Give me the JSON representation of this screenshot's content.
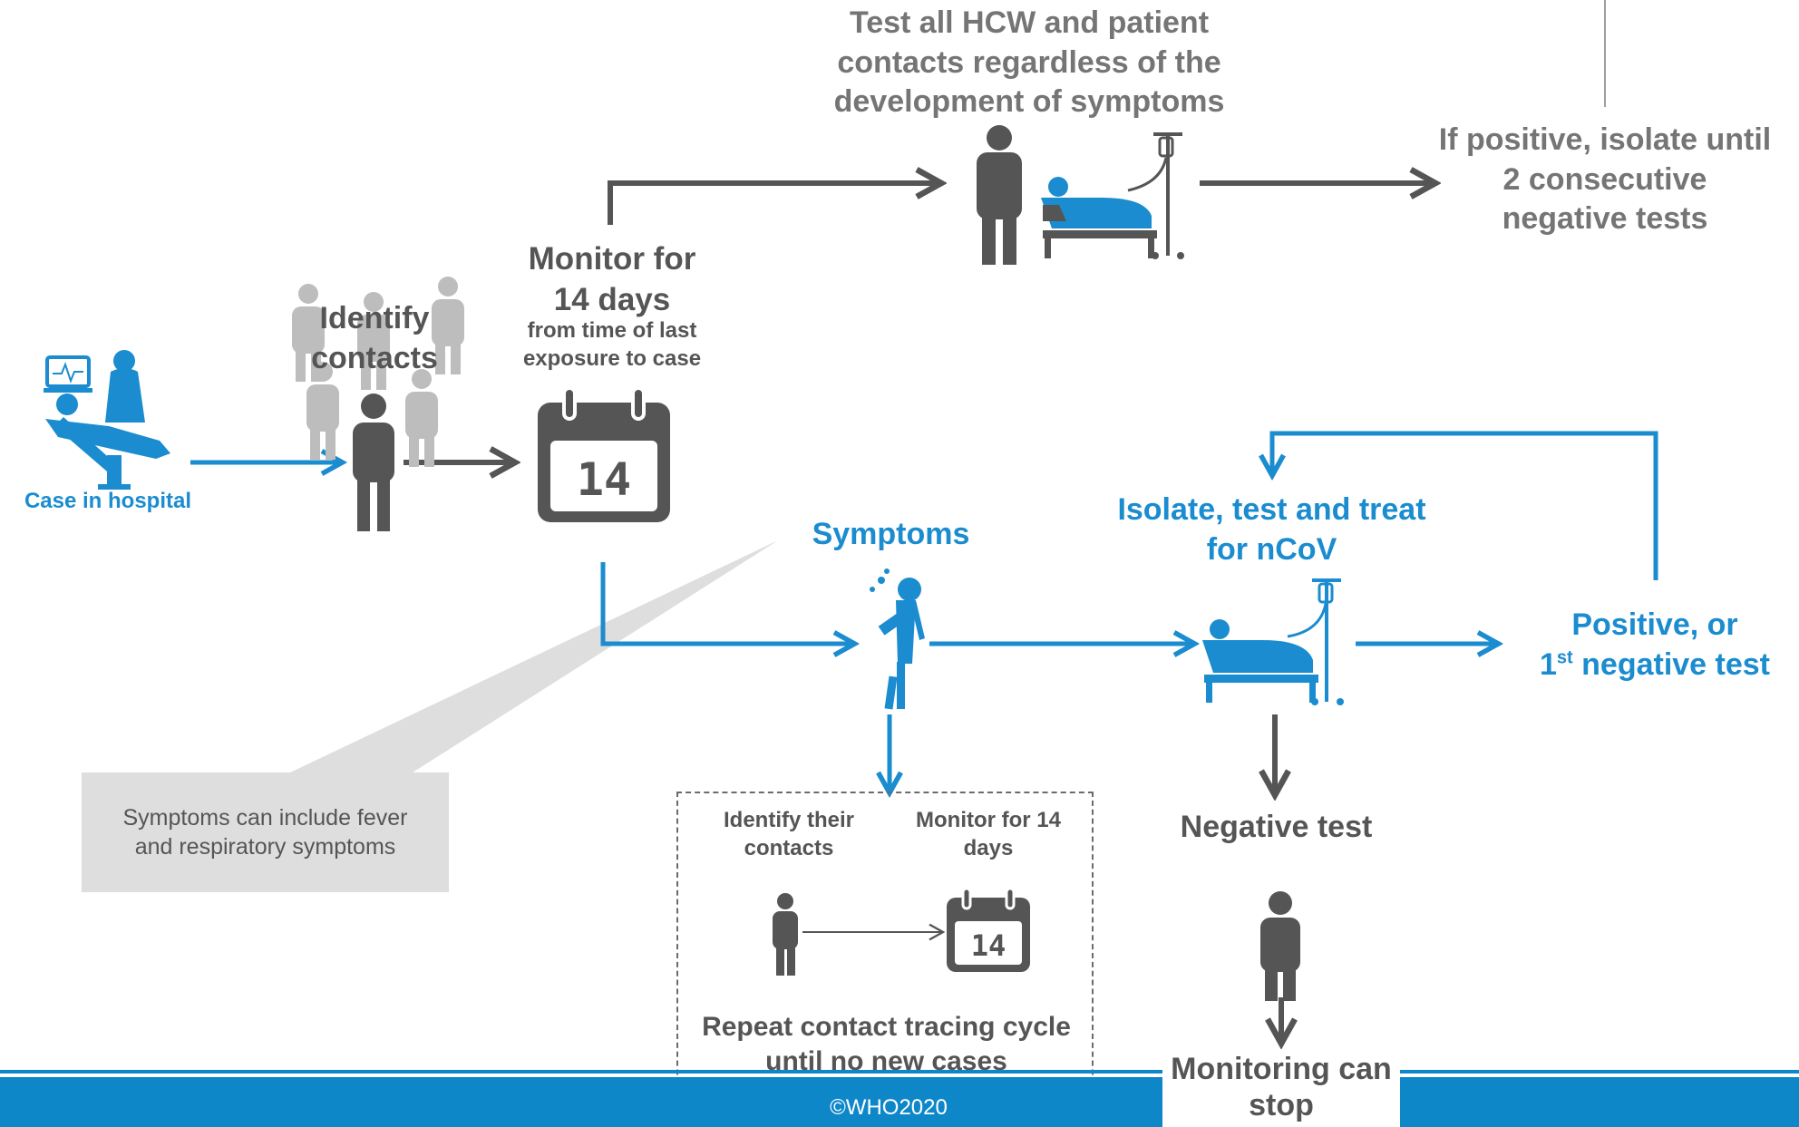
{
  "labels": {
    "test_all": "Test all HCW and patient contacts regardless of the development of symptoms",
    "if_positive": "If positive, isolate until 2 consecutive negative tests",
    "identify_contacts": "Identify contacts",
    "monitor_title": "Monitor for 14 days",
    "monitor_sub": "from time of last exposure to case",
    "case_in_hospital": "Case in hospital",
    "symptoms": "Symptoms",
    "isolate": "Isolate, test and treat for nCoV",
    "positive_or": "Positive, or",
    "first_neg_num": "1",
    "first_neg_sup": "st",
    "first_neg_rest": " negative test",
    "negative_test": "Negative test",
    "monitoring_stop": "Monitoring can stop",
    "symptoms_note": "Symptoms can include fever and respiratory symptoms",
    "identify_their": "Identify their contacts",
    "monitor_small": "Monitor for 14 days",
    "repeat": "Repeat contact tracing cycle until no new cases",
    "copyright": "©WHO2020",
    "calendar_big": "14",
    "calendar_small": "14"
  },
  "colors": {
    "blue": "#1a8ccf",
    "dark": "#555555",
    "gray": "#757575",
    "light_gray": "#bdbdbd",
    "footer": "#0e87c9"
  },
  "icons": [
    "hospital-case-icon",
    "contacts-crowd-icon",
    "calendar-icon",
    "person-icon",
    "patient-bed-icon",
    "coughing-person-icon"
  ]
}
